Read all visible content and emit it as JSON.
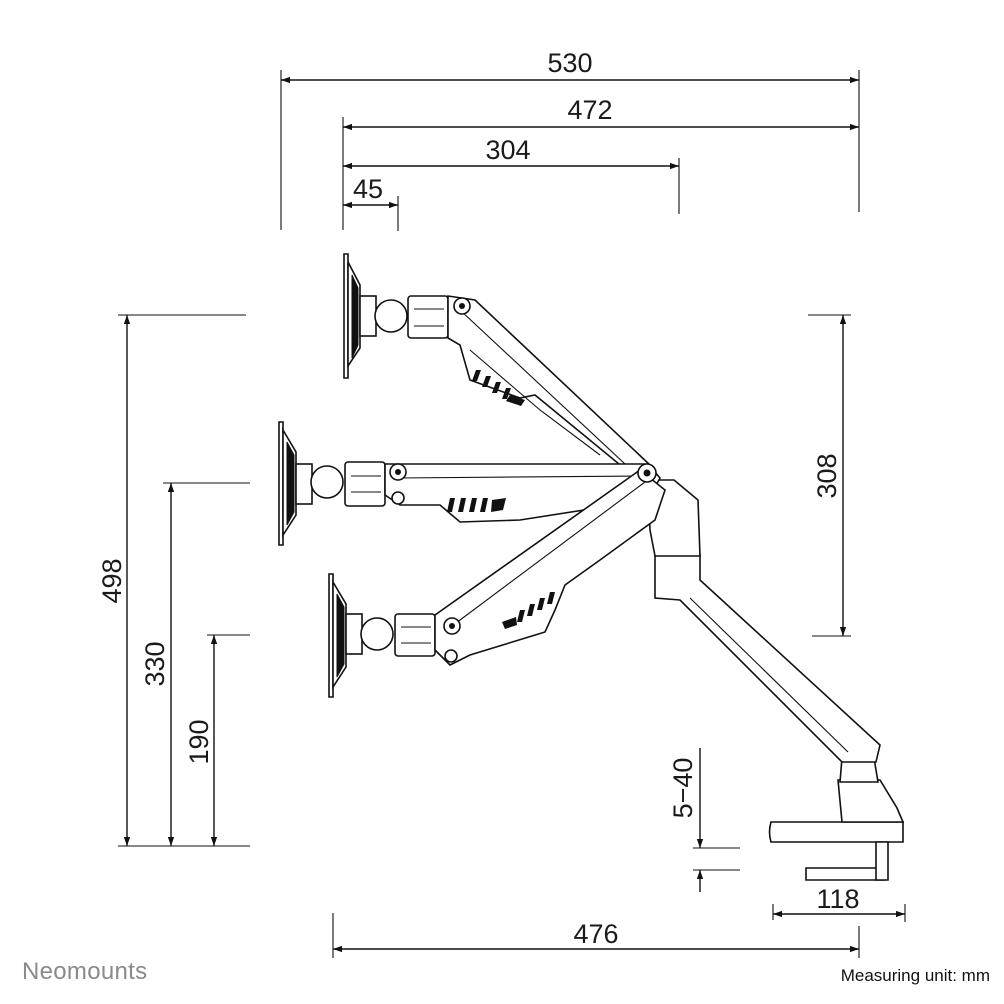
{
  "brand": "Neomounts",
  "measuring_unit": "Measuring unit: mm",
  "dimensions": {
    "d530": "530",
    "d472": "472",
    "d304": "304",
    "d45": "45",
    "d498": "498",
    "d330": "330",
    "d190": "190",
    "d308": "308",
    "d5_40": "5−40",
    "d118": "118",
    "d476": "476"
  }
}
